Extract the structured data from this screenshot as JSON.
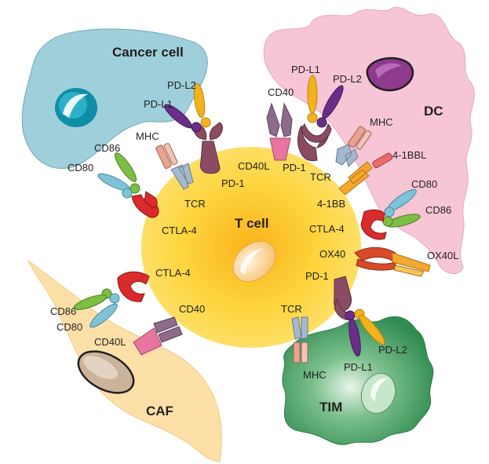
{
  "cells": {
    "cancer_cell": "Cancer cell",
    "dc": "DC",
    "t_cell": "T cell",
    "caf": "CAF",
    "tim": "TIM"
  },
  "labels": {
    "cancer_pd_l2": "PD-L2",
    "cancer_pd_l1": "PD-L1",
    "cancer_mhc": "MHC",
    "cancer_cd86": "CD86",
    "cancer_cd80": "CD80",
    "t_tcr_left": "TCR",
    "t_pd1_left": "PD-1",
    "t_ctla4_left": "CTLA-4",
    "dc_pd_l1": "PD-L1",
    "dc_pd_l2": "PD-L2",
    "dc_cd40": "CD40",
    "t_cd40l_top": "CD40L",
    "t_pd1_top": "PD-1",
    "dc_mhc": "MHC",
    "t_tcr_right": "TCR",
    "dc_41bbl": "4-1BBL",
    "t_41bb": "4-1BB",
    "dc_cd80": "CD80",
    "dc_cd86": "CD86",
    "t_ctla4_right": "CTLA-4",
    "t_ox40": "OX40",
    "dc_ox40l": "OX40L",
    "t_ctla4_lower": "CTLA-4",
    "caf_cd86": "CD86",
    "caf_cd80": "CD80",
    "t_cd40_lower": "CD40",
    "caf_cd40l": "CD40L",
    "t_pd1_lower": "PD-1",
    "t_tcr_lower": "TCR",
    "tim_pd_l2": "PD-L2",
    "tim_pd_l1": "PD-L1",
    "tim_mhc": "MHC"
  },
  "colors": {
    "cancer": "#9ecfda",
    "dc": "#f7c6d6",
    "t_cell": "#fbd63f",
    "caf": "#fde0a8",
    "tim": "#3e9a5c",
    "pd1": "#8b4c63",
    "pd_l1": "#6a2e8a",
    "pd_l2": "#f3b21c",
    "ctla4": "#d92b2b",
    "cd80": "#7dc3d9",
    "cd86": "#7cbf43",
    "mhc": "#e9a38f",
    "tcr": "#a6b8cc",
    "cd40": "#e8749f",
    "cd40l": "#8e6b8a"
  }
}
